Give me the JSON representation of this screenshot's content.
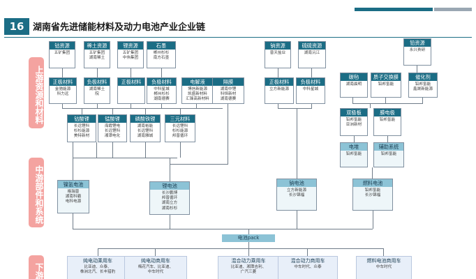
{
  "header": {
    "number": "16",
    "title": "湖南省先进储能材料及动力电池产业企业链"
  },
  "sections": {
    "upstream": "上游资源和材料",
    "midstream": "中游部件和系统",
    "downstream": "下游"
  },
  "colors": {
    "teal": "#1b6d85",
    "light_blue": "#8cc3d6",
    "pink": "#f4a3a0",
    "downstream_bg": "#e8eff9"
  },
  "nodes": [
    {
      "id": "gu",
      "title": "钴资源",
      "body": "五矿集团"
    },
    {
      "id": "xitu",
      "title": "稀土资源",
      "body": "五矿集团\n湖南稀土"
    },
    {
      "id": "li",
      "title": "锂资源",
      "body": "五矿集团\n中伟集团"
    },
    {
      "id": "shimo",
      "title": "石墨",
      "body": "郴州杉杉\n南方石墨"
    },
    {
      "id": "na",
      "title": "钠资源",
      "body": "普天盐业"
    },
    {
      "id": "liu",
      "title": "硫硫资源",
      "body": "湖南沅江"
    },
    {
      "id": "qian",
      "title": "铅资源",
      "body": "永兴贵研"
    },
    {
      "id": "zj1",
      "title": "正极材料",
      "body": "金驰能源\n科力远"
    },
    {
      "id": "fj1",
      "title": "负极材料",
      "body": "湖南稀土\n院"
    },
    {
      "id": "zj2",
      "title": "正极材料",
      "body": ""
    },
    {
      "id": "fj2",
      "title": "负极材料",
      "body": "中科星城\n郴州杉杉\n湖南德赛"
    },
    {
      "id": "djy",
      "title": "电解液",
      "body": "博信新能源\n凯盛新材料\n汇锋高新材料"
    },
    {
      "id": "gm",
      "title": "隔膜",
      "body": "湖南中锂\n科恒新材\n湖南德赛"
    },
    {
      "id": "zj3",
      "title": "正极材料",
      "body": "立方新能源"
    },
    {
      "id": "fj3",
      "title": "负极材料",
      "body": "中科星城"
    },
    {
      "id": "tanzhi",
      "title": "碳毡",
      "body": "湖南晨明"
    },
    {
      "id": "zzjhm",
      "title": "质子交换膜",
      "body": "铅邦氢能"
    },
    {
      "id": "chjj",
      "title": "催化剂",
      "body": "铅邦氢能\n鑫晟新能源"
    },
    {
      "id": "gsl",
      "title": "钴酸锂",
      "body": "长远锂科\n杉杉能源\n美特新材"
    },
    {
      "id": "msl",
      "title": "锰酸锂",
      "body": "海霞锂电\n长远锂科\n湘潭电化"
    },
    {
      "id": "lstl",
      "title": "磷酸铁锂",
      "body": "湖南裕能\n长远锂科\n湖南雅城"
    },
    {
      "id": "syl",
      "title": "三元材料",
      "body": "长远锂科\n杉杉能源\n邦普循环"
    },
    {
      "id": "sjb",
      "title": "双极板",
      "body": "铅邦氢能\n亚洲新材"
    },
    {
      "id": "mdj",
      "title": "膜电极",
      "body": "铅邦氢能"
    },
    {
      "id": "dd",
      "title": "电堆",
      "body": "铅邦氢能"
    },
    {
      "id": "fzxt",
      "title": "辅助系统",
      "body": "铅邦氢能"
    },
    {
      "id": "niqing",
      "title": "镍氢电池",
      "body": "格瑞普\n湖南科霸\n电科电源"
    },
    {
      "id": "lidc",
      "title": "锂电池",
      "body": "长沙鹏博\n邦普循环\n湖南立方\n湖南杉杉"
    },
    {
      "id": "nadc",
      "title": "钠电池",
      "body": "立方新能源\n长沙锦福"
    },
    {
      "id": "rldc",
      "title": "燃料电池",
      "body": "铅邦氢能\n长沙锦福"
    }
  ],
  "pack": "电池pack",
  "downstream": [
    {
      "title": "纯电动乘用车",
      "body": "比亚迪、众泰、\n株洲北汽、长丰猎豹"
    },
    {
      "title": "纯电动商用车",
      "body": "梅花汽车、比亚迪、\n中车时代"
    },
    {
      "title": "混合动力乘用车",
      "body": "比亚迪、湘潭吉利、\n广汽三菱"
    },
    {
      "title": "混合动力商用车",
      "body": "中车时代、众泰"
    },
    {
      "title": "燃料电池商用车",
      "body": "中车时代"
    }
  ]
}
